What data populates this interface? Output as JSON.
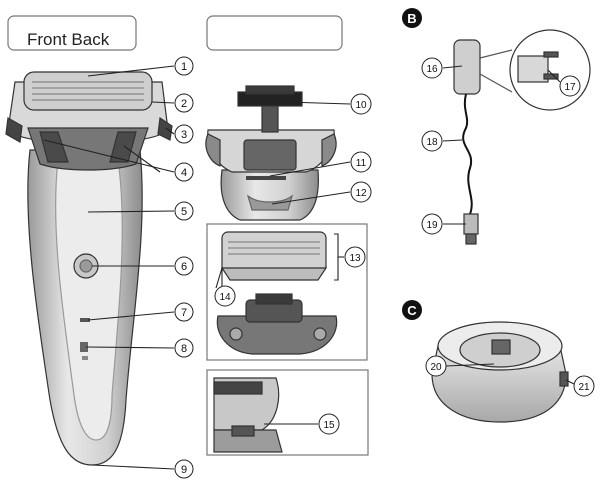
{
  "header": {
    "view_label": "Front Back",
    "empty_label": ""
  },
  "sections": {
    "b": "B",
    "c": "C"
  },
  "callouts": [
    "1",
    "2",
    "3",
    "4",
    "5",
    "6",
    "7",
    "8",
    "9",
    "10",
    "11",
    "12",
    "13",
    "14",
    "15",
    "16",
    "17",
    "18",
    "19",
    "20",
    "21"
  ],
  "colors": {
    "line": "#333333",
    "body_light": "#e2e2e2",
    "body_mid": "#bdbdbd",
    "body_dark": "#6e6e6e",
    "black": "#111111"
  }
}
